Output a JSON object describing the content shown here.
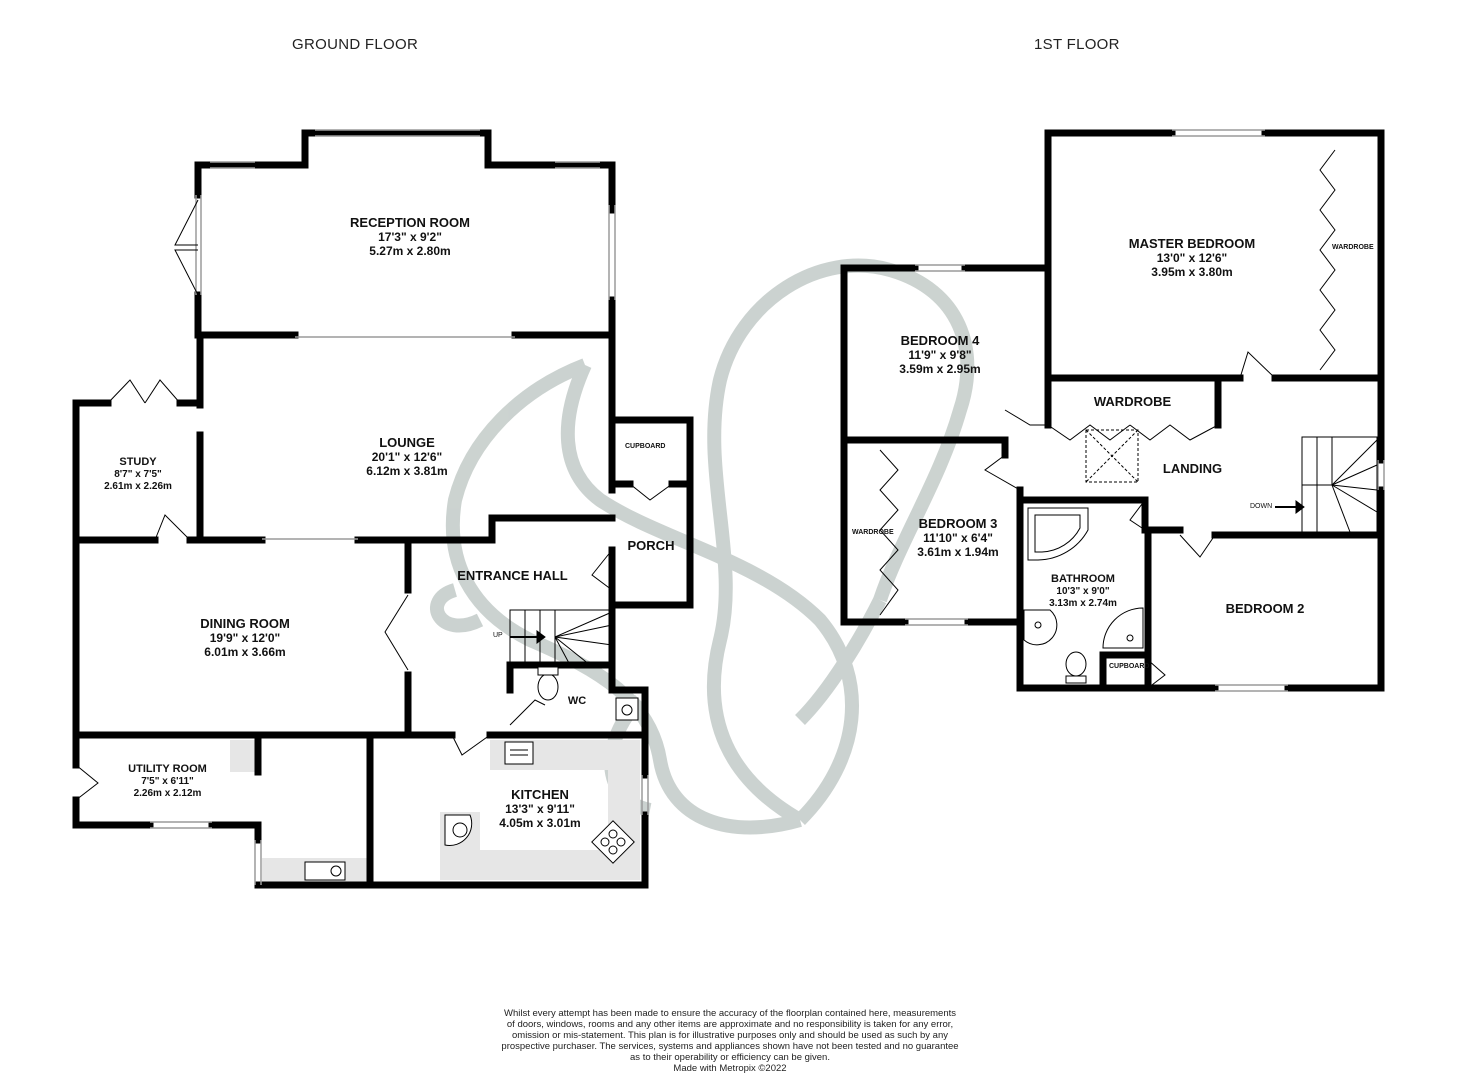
{
  "floors": {
    "ground": {
      "title": "GROUND FLOOR"
    },
    "first": {
      "title": "1ST FLOOR"
    }
  },
  "rooms": {
    "reception": {
      "name": "RECEPTION ROOM",
      "imperial": "17'3\"  x 9'2\"",
      "metric": "5.27m  x 2.80m"
    },
    "lounge": {
      "name": "LOUNGE",
      "imperial": "20'1\"  x 12'6\"",
      "metric": "6.12m  x 3.81m"
    },
    "study": {
      "name": "STUDY",
      "imperial": "8'7\"  x 7'5\"",
      "metric": "2.61m  x 2.26m"
    },
    "dining": {
      "name": "DINING ROOM",
      "imperial": "19'9\"  x 12'0\"",
      "metric": "6.01m  x 3.66m"
    },
    "entrance_hall": {
      "name": "ENTRANCE HALL"
    },
    "porch": {
      "name": "PORCH"
    },
    "cupboard_ground": {
      "name": "CUPBOARD"
    },
    "wc": {
      "name": "WC"
    },
    "utility": {
      "name": "UTILITY ROOM",
      "imperial": "7'5\"  x 6'11\"",
      "metric": "2.26m  x 2.12m"
    },
    "kitchen": {
      "name": "KITCHEN",
      "imperial": "13'3\"  x 9'11\"",
      "metric": "4.05m  x 3.01m"
    },
    "master_bedroom": {
      "name": "MASTER BEDROOM",
      "imperial": "13'0\"  x 12'6\"",
      "metric": "3.95m  x 3.80m"
    },
    "bedroom4": {
      "name": "BEDROOM 4",
      "imperial": "11'9\"  x 9'8\"",
      "metric": "3.59m  x 2.95m"
    },
    "bedroom3": {
      "name": "BEDROOM 3",
      "imperial": "11'10\"  x 6'4\"",
      "metric": "3.61m  x 1.94m"
    },
    "bathroom": {
      "name": "BATHROOM",
      "imperial": "10'3\"  x 9'0\"",
      "metric": "3.13m  x 2.74m"
    },
    "bedroom2": {
      "name": "BEDROOM 2"
    },
    "landing": {
      "name": "LANDING"
    },
    "wardrobe_landing": {
      "name": "WARDROBE"
    },
    "wardrobe_master": {
      "name": "WARDROBE"
    },
    "wardrobe_bed3": {
      "name": "WARDROBE"
    },
    "cupboard_first": {
      "name": "CUPBOARD"
    }
  },
  "stairs": {
    "up": "UP",
    "down": "DOWN"
  },
  "disclaimer": [
    "Whilst every attempt has been made to ensure the accuracy of the floorplan contained here, measurements",
    "of doors, windows, rooms and any other items are approximate and no responsibility is taken for any error,",
    "omission or mis-statement. This plan is for illustrative purposes only and should be used as such by any",
    "prospective purchaser. The services, systems and appliances shown have not been tested and no guarantee",
    "as to their operability or efficiency can be given.",
    "Made with Metropix ©2022"
  ],
  "colors": {
    "wall": "#000000",
    "fixture_fill": "#e6e6e6",
    "watermark": "#c3cbc8",
    "window": "#9a9a9a"
  }
}
